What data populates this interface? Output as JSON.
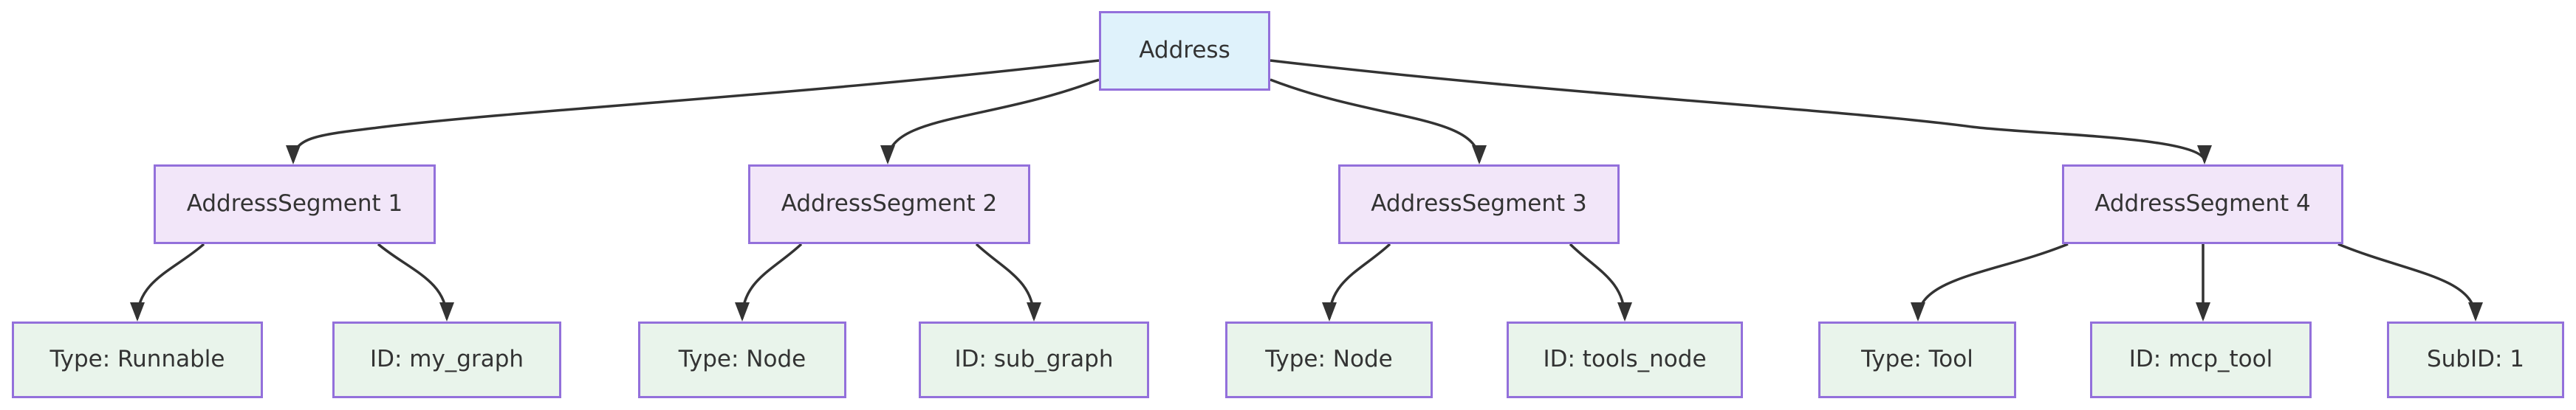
{
  "diagram": {
    "root": {
      "label": "Address"
    },
    "segments": [
      {
        "label": "AddressSegment 1",
        "children": [
          {
            "label": "Type: Runnable"
          },
          {
            "label": "ID: my_graph"
          }
        ]
      },
      {
        "label": "AddressSegment 2",
        "children": [
          {
            "label": "Type: Node"
          },
          {
            "label": "ID: sub_graph"
          }
        ]
      },
      {
        "label": "AddressSegment 3",
        "children": [
          {
            "label": "Type: Node"
          },
          {
            "label": "ID: tools_node"
          }
        ]
      },
      {
        "label": "AddressSegment 4",
        "children": [
          {
            "label": "Type: Tool"
          },
          {
            "label": "ID: mcp_tool"
          },
          {
            "label": "SubID: 1"
          }
        ]
      }
    ],
    "colors": {
      "background": "#ffffff",
      "root-fill": "#dff2fb",
      "root-border": "#9370db",
      "segment-fill": "#f2e6f9",
      "segment-border": "#9370db",
      "leaf-fill": "#e9f4eb",
      "leaf-border": "#9370db",
      "edge": "#333333",
      "text": "#333333"
    }
  }
}
